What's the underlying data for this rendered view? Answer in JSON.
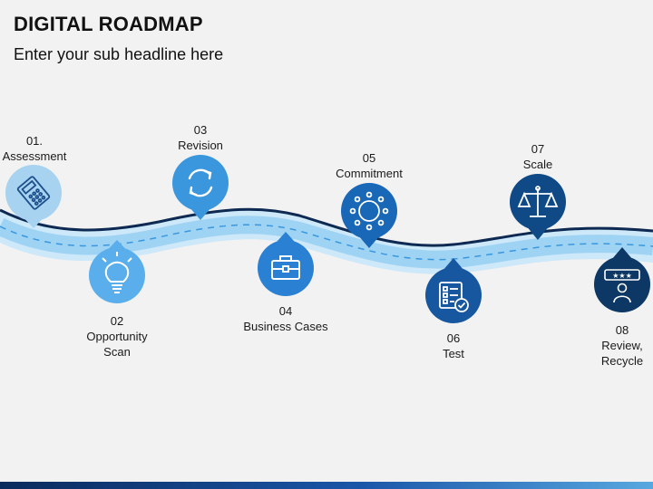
{
  "header": {
    "title": "DIGITAL ROADMAP",
    "subtitle": "Enter your sub headline here"
  },
  "colors": {
    "light_blue": "#a7d3f1",
    "mid_blue": "#3a97de",
    "blue": "#1d72c9",
    "dark_navy": "#0d3764",
    "road_light": "#cde8f9",
    "road_mid": "#9fd3f3",
    "road_dark": "#0e2a52"
  },
  "steps": [
    {
      "num": "01.",
      "label": "Assessment",
      "icon": "calculator-icon"
    },
    {
      "num": "02",
      "label": "Opportunity",
      "label2": "Scan",
      "icon": "lightbulb-icon"
    },
    {
      "num": "03",
      "label": "Revision",
      "icon": "refresh-icon"
    },
    {
      "num": "04",
      "label": "Business Cases",
      "icon": "briefcase-icon"
    },
    {
      "num": "05",
      "label": "Commitment",
      "icon": "sun-icon"
    },
    {
      "num": "06",
      "label": "Test",
      "icon": "checklist-icon"
    },
    {
      "num": "07",
      "label": "Scale",
      "icon": "balance-scale-icon"
    },
    {
      "num": "08",
      "label": "Review,",
      "label2": "Recycle",
      "icon": "review-rating-icon"
    }
  ]
}
